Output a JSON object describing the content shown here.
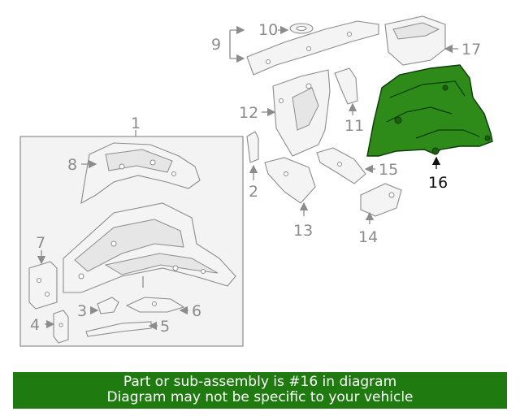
{
  "callouts": {
    "c1": "1",
    "c2": "2",
    "c3": "3",
    "c4": "4",
    "c5": "5",
    "c6": "6",
    "c7": "7",
    "c8": "8",
    "c9": "9",
    "c10": "10",
    "c11": "11",
    "c12": "12",
    "c13": "13",
    "c14": "14",
    "c15": "15",
    "c16": "16",
    "c17": "17"
  },
  "highlight": {
    "part": "16",
    "color": "#2e8b1a"
  },
  "banner": {
    "line1": "Part or sub-assembly is #16 in diagram",
    "line2": "Diagram may not be specific to your vehicle",
    "background": "#1f7a0f"
  }
}
